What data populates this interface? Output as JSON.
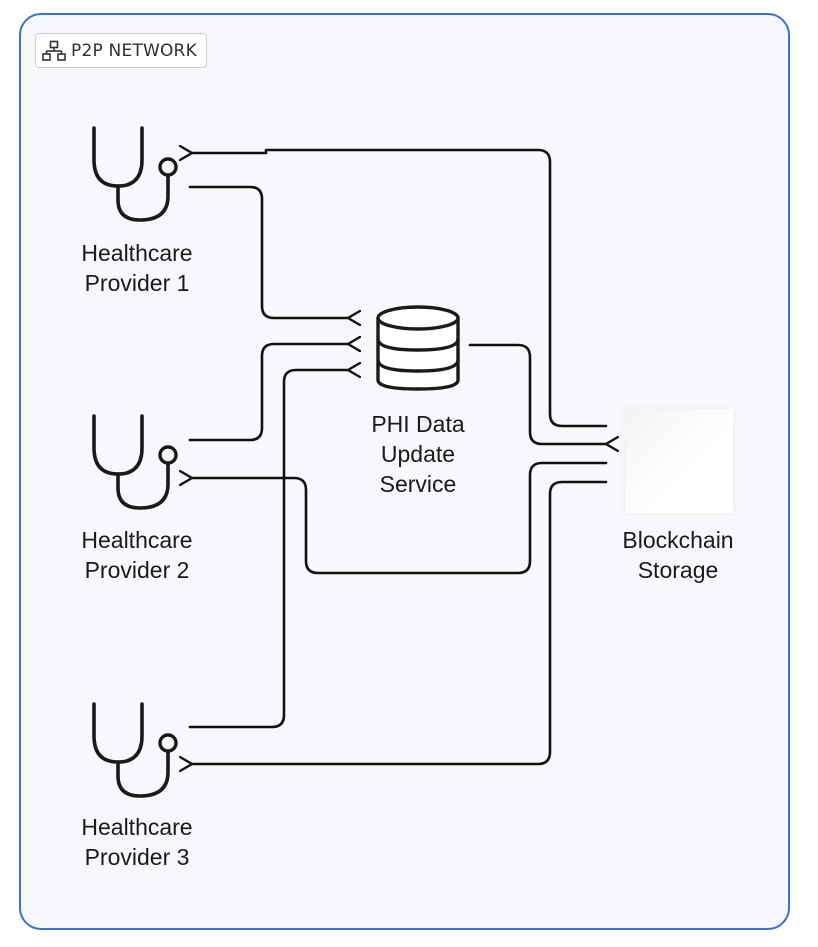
{
  "network": {
    "title": "P2P NETWORK",
    "icon": "sitemap-icon",
    "border_color": "#3b6fd1"
  },
  "nodes": {
    "provider_1": {
      "line1": "Healthcare",
      "line2": "Provider 1",
      "icon": "stethoscope-icon"
    },
    "provider_2": {
      "line1": "Healthcare",
      "line2": "Provider 2",
      "icon": "stethoscope-icon"
    },
    "provider_3": {
      "line1": "Healthcare",
      "line2": "Provider 3",
      "icon": "stethoscope-icon"
    },
    "phi_service": {
      "line1": "PHI Data",
      "line2": "Update",
      "line3": "Service",
      "icon": "database-icon"
    },
    "blockchain": {
      "line1": "Blockchain",
      "line2": "Storage",
      "icon": "blockchain-storage-icon"
    }
  },
  "edges": [
    {
      "from": "Healthcare Provider 1",
      "to": "PHI Data Update Service"
    },
    {
      "from": "Healthcare Provider 2",
      "to": "PHI Data Update Service"
    },
    {
      "from": "Healthcare Provider 3",
      "to": "PHI Data Update Service"
    },
    {
      "from": "PHI Data Update Service",
      "to": "Blockchain Storage"
    },
    {
      "from": "Blockchain Storage",
      "to": "Healthcare Provider 1"
    },
    {
      "from": "Blockchain Storage",
      "to": "Healthcare Provider 2"
    },
    {
      "from": "Blockchain Storage",
      "to": "Healthcare Provider 3"
    }
  ]
}
